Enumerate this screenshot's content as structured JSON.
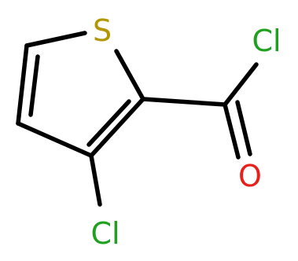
{
  "molecule": {
    "atoms": {
      "sulfur": {
        "label": "S",
        "color": "#b39600"
      },
      "chlorine_acyl": {
        "label": "Cl",
        "color": "#1fa01f"
      },
      "oxygen": {
        "label": "O",
        "color": "#e8201c"
      },
      "chlorine_ring": {
        "label": "Cl",
        "color": "#1fa01f"
      }
    },
    "bond_color": "#000000"
  }
}
